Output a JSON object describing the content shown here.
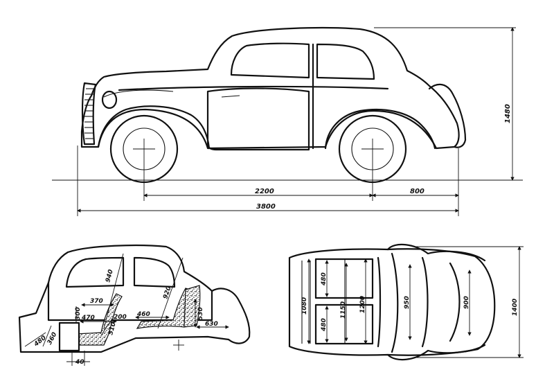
{
  "side_view": {
    "wheelbase": "2200",
    "rear_overhang": "800",
    "overall_length": "3800",
    "overall_height": "1480"
  },
  "section_view": {
    "d_940": "940",
    "d_920": "920",
    "d_370": "370",
    "d_300": "300",
    "d_470": "470",
    "d_200": "200",
    "d_460": "460",
    "d_510": "510",
    "d_530": "530",
    "d_630": "630",
    "d_480": "480",
    "d_360": "360",
    "d_40": "40"
  },
  "plan_view": {
    "d_1080": "1080",
    "d_480_upper": "480",
    "d_480_lower": "480",
    "d_1150": "1150",
    "d_1200": "1200",
    "d_950": "950",
    "d_900": "900",
    "overall_width": "1400"
  }
}
